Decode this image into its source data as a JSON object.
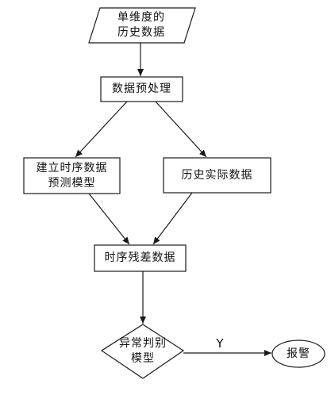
{
  "diagram": {
    "nodes": {
      "input": {
        "lines": [
          "单维度的",
          "历史数据"
        ]
      },
      "preprocess": {
        "lines": [
          "数据预处理"
        ]
      },
      "build_model": {
        "lines": [
          "建立时序数据",
          "预测模型"
        ]
      },
      "actual_data": {
        "lines": [
          "历史实际数据"
        ]
      },
      "residual": {
        "lines": [
          "时序残差数据"
        ]
      },
      "anomaly": {
        "lines": [
          "异常判别",
          "模型"
        ]
      },
      "alarm": {
        "lines": [
          "报警"
        ]
      }
    },
    "edges": {
      "yes_label": "Y"
    }
  }
}
